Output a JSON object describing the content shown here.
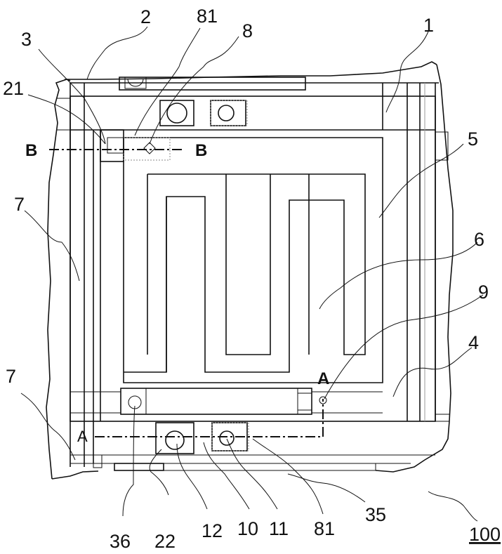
{
  "figure": {
    "labels": {
      "n1": "1",
      "n2": "2",
      "n3": "3",
      "n4": "4",
      "n5": "5",
      "n6": "6",
      "n7_top": "7",
      "n7_bottom": "7",
      "n8": "8",
      "n9": "9",
      "n10": "10",
      "n11": "11",
      "n12": "12",
      "n21": "21",
      "n22": "22",
      "n35": "35",
      "n36": "36",
      "n81_top": "81",
      "n81_bottom": "81",
      "n100": "100"
    },
    "section_marks": {
      "b_left": "B",
      "b_right": "B",
      "a_top": "A",
      "a_left": "A"
    }
  }
}
